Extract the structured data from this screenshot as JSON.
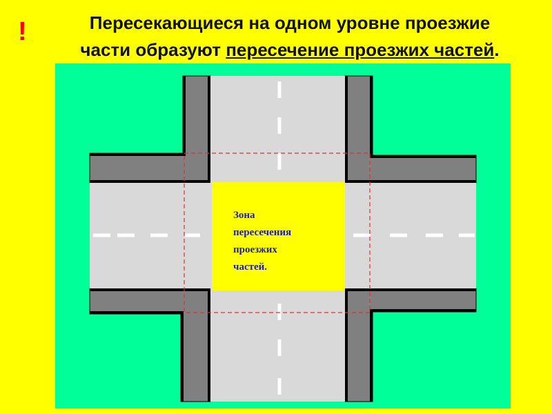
{
  "header": {
    "exclamation": "!",
    "title_line1": "Пересекающиеся на одном уровне проезжие",
    "title_line2_prefix": "части образуют ",
    "title_line2_underlined": "пересечение проезжих частей",
    "title_line2_suffix": "."
  },
  "diagram": {
    "zone_label_lines": [
      "Зона",
      "пересечения",
      "проезжих",
      "частей."
    ]
  },
  "colors": {
    "page_background": "#FFFF00",
    "grass": "#00FF99",
    "road": "#D9D9D9",
    "curb": "#808080",
    "curb_edge": "#000000",
    "lane_marking": "#FFFFFF",
    "intersection_zone": "#FFFF00",
    "zone_border": "#E03030",
    "zone_label": "#1C1CB0",
    "exclamation": "#FF0000"
  }
}
